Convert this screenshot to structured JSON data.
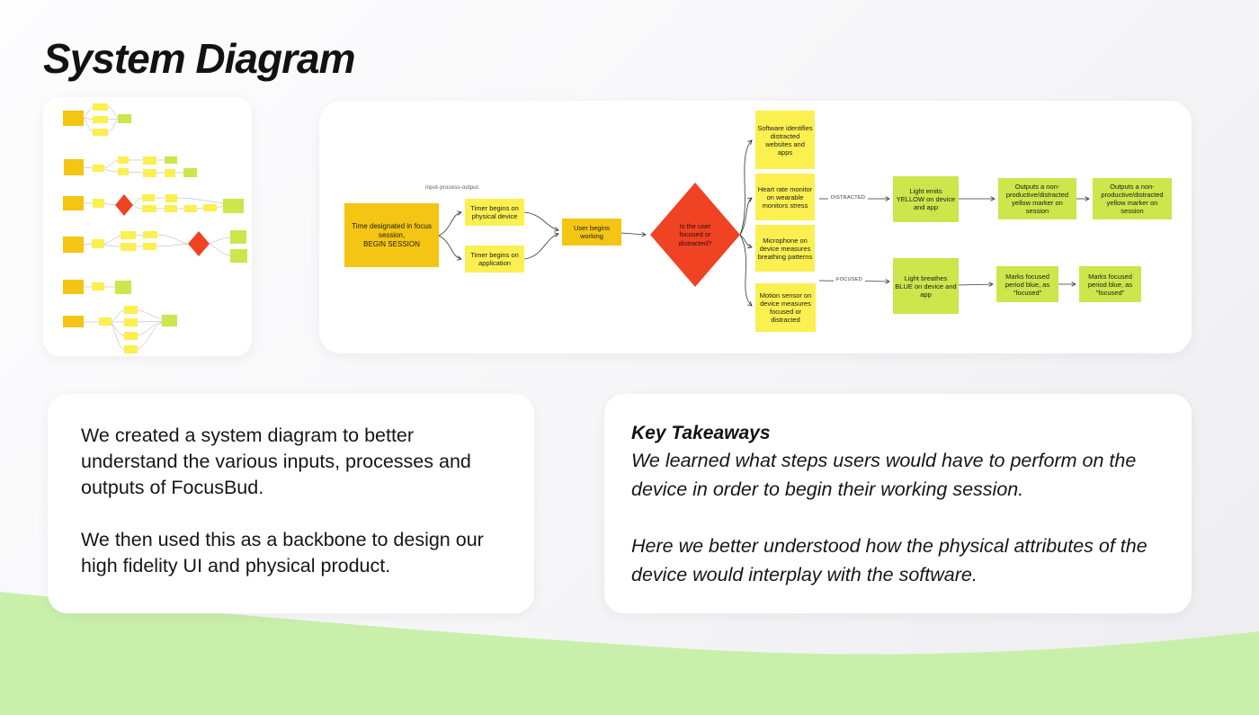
{
  "page": {
    "title": "System Diagram"
  },
  "colors": {
    "orange": "#F5C513",
    "yellow": "#FBF04F",
    "green": "#CCE64B",
    "red": "#EF4323",
    "wave": "#C9F0AB",
    "ink": "#161616"
  },
  "diagram": {
    "flow_label": "input-process-output.",
    "nodes": {
      "time_designated": "Time designated in focus session,\nBEGIN SESSION",
      "timer_physical": "Timer begins on physical device",
      "timer_app": "Timer begins on application",
      "user_begins": "User begins working",
      "decision": "Is the user focused or distracted?",
      "software_identifies": "Software identifies distracted websites and apps",
      "heart_rate": "Heart rate monitor on wearable monitors stress",
      "microphone": "Microphone on device measures breathing patterns",
      "motion_sensor": "Motion sensor on device measures focused or distracted",
      "light_emits": "Light emits YELLOW on device and app",
      "outputs_marker_1": "Outputs a non-productive/distracted yellow marker on session",
      "outputs_marker_2": "Outputs a non-productive/distracted yellow marker on session",
      "light_breathes": "Light breathes BLUE on device and app",
      "marks_focused_1": "Marks focused period blue, as \"focused\"",
      "marks_focused_2": "Marks focused period blue, as \"focused\""
    },
    "edge_labels": {
      "distracted": "DISTRACTED",
      "focused": "FOCUSED"
    }
  },
  "cards": {
    "description": {
      "paragraph1": "We created a system diagram to better understand the various inputs, processes and outputs of FocusBud.",
      "paragraph2": "We then used this as a backbone to design our high fidelity UI and physical product."
    },
    "takeaways": {
      "heading": "Key Takeaways",
      "paragraph1": "We learned what steps users would have to perform on the device in order to begin their working session.",
      "paragraph2": "Here we better understood how the physical attributes of the device would interplay with the software."
    }
  }
}
